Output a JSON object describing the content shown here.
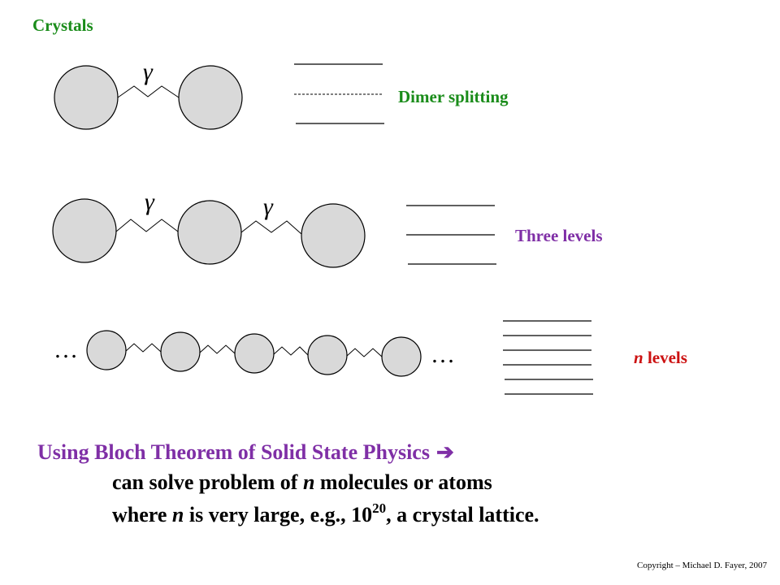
{
  "title": "Crystals",
  "colors": {
    "green": "#1a8c1a",
    "purple": "#7f2fa6",
    "red": "#cc1111",
    "circle_fill": "#d9d9d9"
  },
  "dimer": {
    "coupling": "γ",
    "label": "Dimer splitting"
  },
  "trimer": {
    "coupling_left": "γ",
    "coupling_right": "γ",
    "label": "Three levels"
  },
  "chain": {
    "ellipsis_left": "…",
    "ellipsis_right": "…",
    "label_n": "n",
    "label_rest": " levels"
  },
  "bloch": {
    "line1": "Using Bloch Theorem of Solid State Physics",
    "arrow": "➔",
    "line2_a": "can solve problem of ",
    "line2_n": "n",
    "line2_b": " molecules or atoms",
    "line3_a": "where ",
    "line3_n": "n",
    "line3_b": " is very large, e.g., 10",
    "line3_exp": "20",
    "line3_c": ", a crystal lattice."
  },
  "copyright": "Copyright – Michael D. Fayer, 2007"
}
